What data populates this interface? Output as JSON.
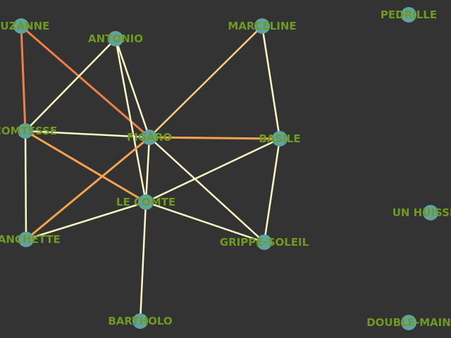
{
  "colors": {
    "background": "#333333",
    "node_fill": "#5fa3a0",
    "label": "#6e9a22",
    "edge_strong": "#f07f45",
    "edge_medium": "#f5a34d",
    "edge_light": "#f7cf84",
    "edge_faint": "#fcf8c4"
  },
  "nodes": [
    {
      "id": "suzanne",
      "label": "SUZANNE"
    },
    {
      "id": "antonio",
      "label": "ANTONIO"
    },
    {
      "id": "marceline",
      "label": "MARCELINE"
    },
    {
      "id": "pedrille",
      "label": "PEDRILLE"
    },
    {
      "id": "comtesse",
      "label": "COMTESSE"
    },
    {
      "id": "figaro",
      "label": "FIGARO"
    },
    {
      "id": "basile",
      "label": "BASILE"
    },
    {
      "id": "un-huissier",
      "label": "UN HUISSIER"
    },
    {
      "id": "le-comte",
      "label": "LE COMTE"
    },
    {
      "id": "fanchette",
      "label": "FANCHETTE"
    },
    {
      "id": "grippe-soleil",
      "label": "GRIPPE-SOLEIL"
    },
    {
      "id": "bartholo",
      "label": "BARTHOLO"
    },
    {
      "id": "double-main",
      "label": "DOUBLE-MAIN"
    }
  ],
  "edges": [
    {
      "source": "suzanne",
      "target": "comtesse",
      "strength": "strong"
    },
    {
      "source": "suzanne",
      "target": "figaro",
      "strength": "strong"
    },
    {
      "source": "antonio",
      "target": "comtesse",
      "strength": "faint"
    },
    {
      "source": "antonio",
      "target": "figaro",
      "strength": "faint"
    },
    {
      "source": "antonio",
      "target": "le-comte",
      "strength": "faint"
    },
    {
      "source": "marceline",
      "target": "figaro",
      "strength": "light"
    },
    {
      "source": "marceline",
      "target": "basile",
      "strength": "faint"
    },
    {
      "source": "comtesse",
      "target": "figaro",
      "strength": "faint"
    },
    {
      "source": "comtesse",
      "target": "le-comte",
      "strength": "medium"
    },
    {
      "source": "comtesse",
      "target": "fanchette",
      "strength": "faint"
    },
    {
      "source": "figaro",
      "target": "basile",
      "strength": "medium"
    },
    {
      "source": "figaro",
      "target": "le-comte",
      "strength": "faint"
    },
    {
      "source": "figaro",
      "target": "fanchette",
      "strength": "medium"
    },
    {
      "source": "figaro",
      "target": "grippe-soleil",
      "strength": "faint"
    },
    {
      "source": "basile",
      "target": "le-comte",
      "strength": "faint"
    },
    {
      "source": "basile",
      "target": "grippe-soleil",
      "strength": "faint"
    },
    {
      "source": "le-comte",
      "target": "fanchette",
      "strength": "faint"
    },
    {
      "source": "le-comte",
      "target": "grippe-soleil",
      "strength": "faint"
    },
    {
      "source": "le-comte",
      "target": "bartholo",
      "strength": "faint"
    }
  ]
}
